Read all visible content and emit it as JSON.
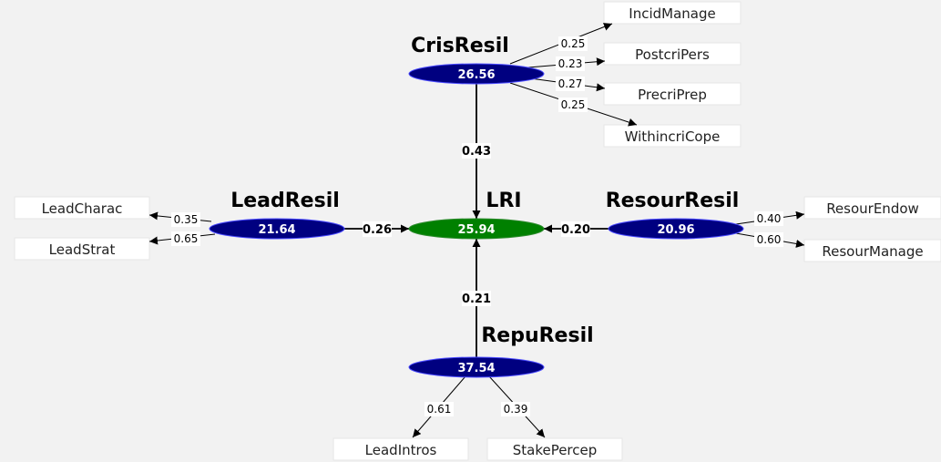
{
  "colors": {
    "construct": "#000080",
    "center": "#008000",
    "background": "#f2f2f2"
  },
  "center": {
    "title": "LRI",
    "value": "25.94"
  },
  "constructs": {
    "cris": {
      "title": "CrisResil",
      "value": "26.56",
      "path_coef": "0.43",
      "indicators": [
        {
          "label": "IncidManage",
          "loading": "0.25"
        },
        {
          "label": "PostcriPers",
          "loading": "0.23"
        },
        {
          "label": "PrecriPrep",
          "loading": "0.27"
        },
        {
          "label": "WithincriCope",
          "loading": "0.25"
        }
      ]
    },
    "lead": {
      "title": "LeadResil",
      "value": "21.64",
      "path_coef": "0.26",
      "indicators": [
        {
          "label": "LeadCharac",
          "loading": "0.35"
        },
        {
          "label": "LeadStrat",
          "loading": "0.65"
        }
      ]
    },
    "resour": {
      "title": "ResourResil",
      "value": "20.96",
      "path_coef": "0.20",
      "indicators": [
        {
          "label": "ResourEndow",
          "loading": "0.40"
        },
        {
          "label": "ResourManage",
          "loading": "0.60"
        }
      ]
    },
    "repu": {
      "title": "RepuResil",
      "value": "37.54",
      "path_coef": "0.21",
      "indicators": [
        {
          "label": "LeadIntros",
          "loading": "0.61"
        },
        {
          "label": "StakePercep",
          "loading": "0.39"
        }
      ]
    }
  }
}
